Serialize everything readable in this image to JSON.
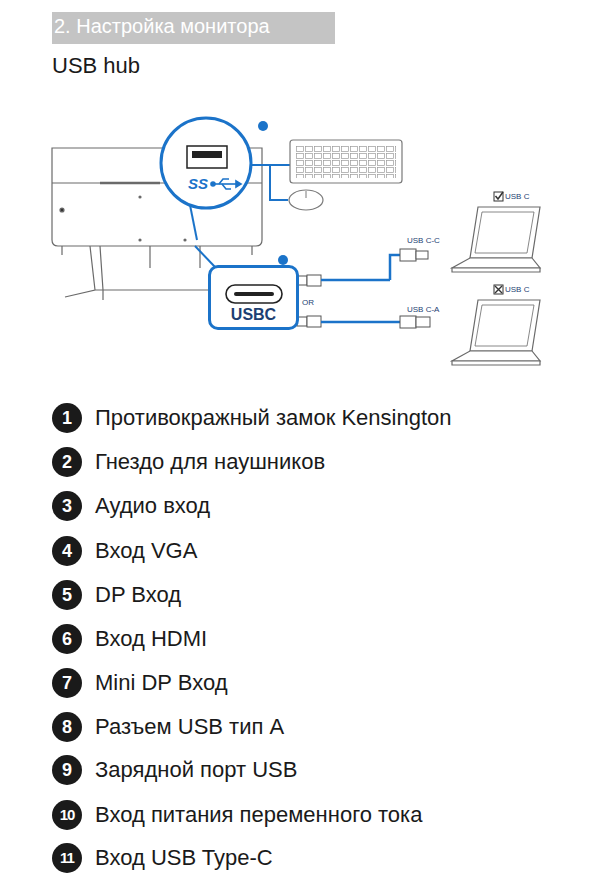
{
  "diagram": {
    "title": "USB hub",
    "nodes": [
      {
        "text": [
          "2. Настройка монитора"
        ]
      },
      {
        "text": [
          "USBC"
        ]
      }
    ],
    "labels": [
      "USB C-C",
      "OR",
      "USB C-A",
      "USB C",
      "USB C",
      "SS",
      "1",
      "Противокражный замок Kensington",
      "2",
      "Гнездо для наушников",
      "3",
      "Аудио вход",
      "4",
      "Вход VGA",
      "5",
      "DP Вход",
      "6",
      "Вход HDMI",
      "7",
      "Mini DP Вход",
      "8",
      "Разъем USB тип A",
      "9",
      "Зарядной порт USB",
      "10",
      "Вход питания переменного тока",
      "11",
      "Вход USB Type-C"
    ]
  }
}
